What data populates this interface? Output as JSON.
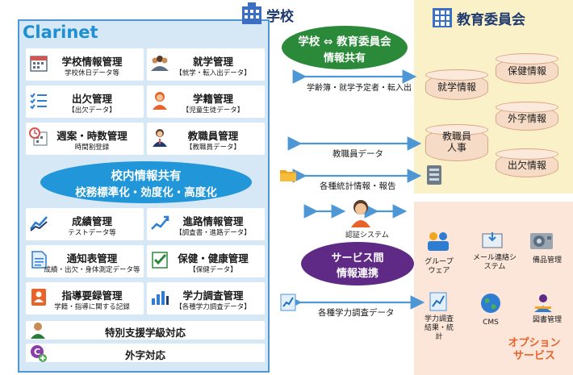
{
  "school": {
    "title": "学校",
    "logo": "Clarinet",
    "modules_top": [
      {
        "title": "学校情報管理",
        "sub": "学校休日データ等",
        "icon": "calendar-icon"
      },
      {
        "title": "就学管理",
        "sub": "【就学・転入出データ】",
        "icon": "group-icon"
      },
      {
        "title": "出欠管理",
        "sub": "【出欠データ】",
        "icon": "checklist-icon"
      },
      {
        "title": "学籍管理",
        "sub": "【児童生徒データ】",
        "icon": "student-icon"
      },
      {
        "title": "週案・時数管理",
        "sub": "時間割登録",
        "icon": "clock-calendar-icon"
      },
      {
        "title": "教職員管理",
        "sub": "【教職員データ】",
        "icon": "teacher-icon"
      }
    ],
    "center_oval": {
      "line1": "校内情報共有",
      "line2": "校務標準化・効度化・高度化"
    },
    "modules_bottom": [
      {
        "title": "成績管理",
        "sub": "テストデータ等",
        "icon": "line-chart-icon"
      },
      {
        "title": "進路情報管理",
        "sub": "【調査書・進路データ】",
        "icon": "trend-icon"
      },
      {
        "title": "通知表管理",
        "sub": "成績・出欠・身体測定データ等",
        "icon": "document-icon"
      },
      {
        "title": "保健・健康管理",
        "sub": "【保健データ】",
        "icon": "health-check-icon"
      },
      {
        "title": "指導要録管理",
        "sub": "学籍・指導に関する記録",
        "icon": "record-book-icon"
      },
      {
        "title": "学力調査管理",
        "sub": "【各種学力調査データ】",
        "icon": "bar-chart-icon"
      }
    ],
    "special_support": "特別支援学級対応",
    "foreign": "外字対応"
  },
  "link_oval": {
    "line1": "学校",
    "line1b": "教育委員会",
    "line2": "情報共有"
  },
  "flows": {
    "f1": "学齢簿・就学予定者・転入出",
    "f2": "教職員データ",
    "f3": "各種統計情報・報告",
    "auth": "認証システム",
    "f4": "各種学力調査データ"
  },
  "board": {
    "title": "教育委員会",
    "cylinders": [
      "保健情報",
      "就学情報",
      "外字情報",
      "教職員人事",
      "出欠情報"
    ]
  },
  "service_oval": {
    "line1": "サービス間",
    "line2": "情報連携"
  },
  "options": {
    "title_line1": "オプション",
    "title_line2": "サービス",
    "items": [
      {
        "label": "グループウェア",
        "icon": "groupware-icon"
      },
      {
        "label": "メール連絡システム",
        "icon": "mail-icon"
      },
      {
        "label": "備品管理",
        "icon": "equipment-icon"
      },
      {
        "label": "学力調査結果・統計",
        "icon": "stats-icon"
      },
      {
        "label": "CMS",
        "icon": "globe-icon"
      },
      {
        "label": "図書管理",
        "icon": "library-icon"
      }
    ]
  },
  "colors": {
    "school_blue": "#4d97d6",
    "oval_blue": "#2196d8",
    "oval_green": "#2a8a3a",
    "oval_purple": "#5e2a86",
    "arrow_blue": "#4d97d6",
    "option_orange": "#e8622a"
  }
}
